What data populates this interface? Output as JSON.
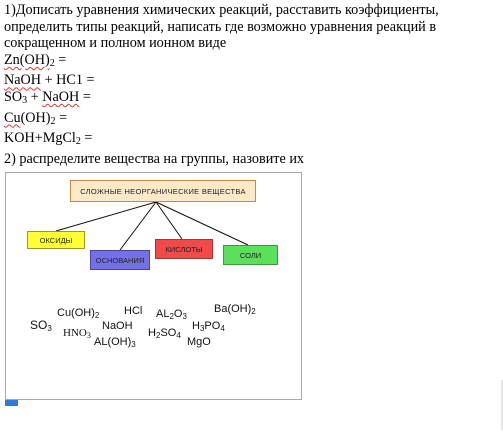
{
  "task": {
    "line1": "1)Дописать уравнения химических реакций, расставить коэффициенты, определить типы реакций, написать где возможно уравнения реакций в сокращенном и полном ионном виде",
    "eq1_base": "Zn(OH)",
    "eq1_sub": "2",
    "eq1_tail": " =",
    "eq2_a": "NaOH",
    "eq2_b": " + HC1 =",
    "eq3_a": "SO",
    "eq3_sub": "3",
    "eq3_b": " + ",
    "eq3_c": "NaOH",
    "eq3_d": " =",
    "eq4_a": "Cu",
    "eq4_b": "(OH)",
    "eq4_sub": "2",
    "eq4_tail": " =",
    "eq5_a": "KOH+MgCl",
    "eq5_sub": "2",
    "eq5_tail": " =",
    "line2": " 2) распределите вещества на группы, назовите их"
  },
  "diagram": {
    "main": "СЛОЖНЫЕ  НЕОРГАНИЧЕСКИЕ ВЕЩЕСТВА",
    "oxides": "ОКСИДЫ",
    "bases": "ОСНОВАНИЯ",
    "acids": "КИСЛОТЫ",
    "salts": "СОЛИ"
  },
  "substances": {
    "so3": "SO",
    "so3_sub": "3",
    "cuoh2": "Cu(OH)",
    "cuoh2_sub": "2",
    "hno3": "HNO",
    "hno3_sub": "3",
    "hcl": "HCl",
    "naoh": "NaOH",
    "aloh3": "AL(OH)",
    "aloh3_sub": "3",
    "al2o3_a": "AL",
    "al2o3_s1": "2",
    "al2o3_b": "O",
    "al2o3_s2": "3",
    "h2so4_a": "H",
    "h2so4_s1": "2",
    "h2so4_b": "SO",
    "h2so4_s2": "4",
    "baoh2": "Ba(OH)",
    "baoh2_sub": "2",
    "h3po4_a": "H",
    "h3po4_s1": "3",
    "h3po4_b": "PO",
    "h3po4_s2": "4",
    "mgo": "MgO"
  },
  "colors": {
    "main_box": "#fde8c7",
    "oxides_box": "#ffff33",
    "bases_box": "#7470e6",
    "acids_box": "#f24a4a",
    "salts_box": "#5ae05a",
    "spellcheck": "#d23c3c"
  }
}
